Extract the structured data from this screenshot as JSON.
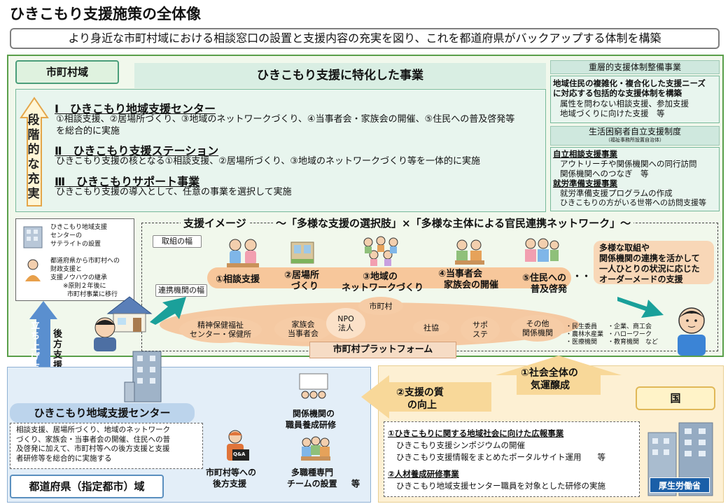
{
  "title": "ひきこもり支援施策の全体像",
  "subtitle": "より身近な市町村域における相談窓口の設置と支援内容の充実を図り、これを都道府県がバックアップする体制を構築",
  "municipal": {
    "tag": "市町村域",
    "specialized_header": "ひきこもり支援に特化した事業",
    "step_label": "段階的な充実",
    "programs": [
      {
        "heading": "Ⅰ　ひきこもり地域支援センター",
        "lines": [
          "①相談支援、②居場所づくり、③地域のネットワークづくり、④当事者会・家族会の開催、⑤住民への普及啓発等",
          "を総合的に実施"
        ]
      },
      {
        "heading": "Ⅱ　ひきこもり支援ステーション",
        "lines": [
          "ひきこもり支援の核となる①相談支援、②居場所づくり、③地域のネットワークづくり等を一体的に実施"
        ]
      },
      {
        "heading": "Ⅲ　ひきこもりサポート事業",
        "lines": [
          "ひきこもり支援の導入として、任意の事業を選択して実施"
        ]
      }
    ]
  },
  "side": {
    "multi_header": "重層的支援体制整備事業",
    "multi_lines": [
      "地域住民の複雑化・複合化した支援ニーズ",
      "に対応する包括的な支援体制を構築",
      "属性を問わない相談支援、参加支援",
      "地域づくりに向けた支援　等"
    ],
    "life_header": "生活困窮者自立支援制度",
    "life_sub": "（福祉事務所設置自治体）",
    "life_lines": [
      "自立相談支援事業",
      "アウトリーチや関係機関への同行訪問",
      "関係機関へのつなぎ　等",
      "就労準備支援事業",
      "就労準備支援プログラムの作成",
      "ひきこもりの方がいる世帯への訪問支援等"
    ]
  },
  "satellite": {
    "item1": [
      "ひきこもり地域支援",
      "センターの",
      "サテライトの設置"
    ],
    "item2": [
      "都道府県から市町村への",
      "財政支援と",
      "支援ノウハウの継承"
    ],
    "note": [
      "※原則２年後に",
      "市町村事業に移行"
    ]
  },
  "support_image": {
    "title": "支援イメージ",
    "slogan": "～「多様な支援の選択肢」×「多様な主体による官民連携ネットワーク」～",
    "torikumi": "取組の幅",
    "renkei": "連携機関の幅",
    "items": [
      "①相談支援",
      "②居場所",
      "づくり",
      "③地域の",
      "ネットワークづくり",
      "④当事者会",
      "家族会の開催",
      "⑤住民への",
      "普及啓発",
      "・・・"
    ],
    "network": [
      "精神保健福祉",
      "センター・保健所",
      "家族会",
      "当事者会",
      "NPO",
      "法人",
      "市町村",
      "社協",
      "サポ",
      "ステ",
      "その他",
      "関係機関"
    ],
    "others": [
      "・民生委員",
      "・農林水産業",
      "・医療機関",
      "・企業、商工会",
      "・ハローワーク",
      "・教育機関　など"
    ],
    "platform": "市町村プラットフォーム",
    "speech": [
      "多様な取組や",
      "関係機関の連携を活かして",
      "一人ひとりの状況に応じた",
      "オーダーメードの支援"
    ]
  },
  "prefecture": {
    "label": "都道府県（指定都市）域",
    "center": "ひきこもり地域支援センター",
    "desc": [
      "相談支援、居場所づくり、地域のネットワーク",
      "づくり、家族会・当事者会の開催、住民への普",
      "及啓発に加えて、市町村等への後方支援と支援",
      "者研修等を総合的に実施する"
    ],
    "rise_label": "立ち上げ支援",
    "rear_label": "後方支援",
    "training": [
      "関係機関の",
      "職員養成研修"
    ],
    "backup": [
      "市町村等への",
      "後方支援"
    ],
    "team": [
      "多職種専門",
      "チームの設置"
    ],
    "team_suffix": "等",
    "qa": "Q&A"
  },
  "national": {
    "tag": "国",
    "arrow1": [
      "①社会全体の",
      "気運醸成"
    ],
    "arrow2": [
      "②支援の質",
      "の向上"
    ],
    "lines": [
      "①ひきこもりに関する地域社会に向けた広報事業",
      "ひきこもり支援シンポジウムの開催",
      "ひきこもり支援情報をまとめたポータルサイト運用　　等",
      "②人材養成研修事業",
      "ひきこもり地域支援センター職員を対象とした研修の実施"
    ],
    "mhlw": "厚生労働省"
  },
  "colors": {
    "green_border": "#5a9f4a",
    "orange_band": "#f7c79b",
    "blue_panel": "#e3eef8",
    "yellow_panel": "#fdf0d3",
    "teal_arrow": "#1aa09a"
  }
}
